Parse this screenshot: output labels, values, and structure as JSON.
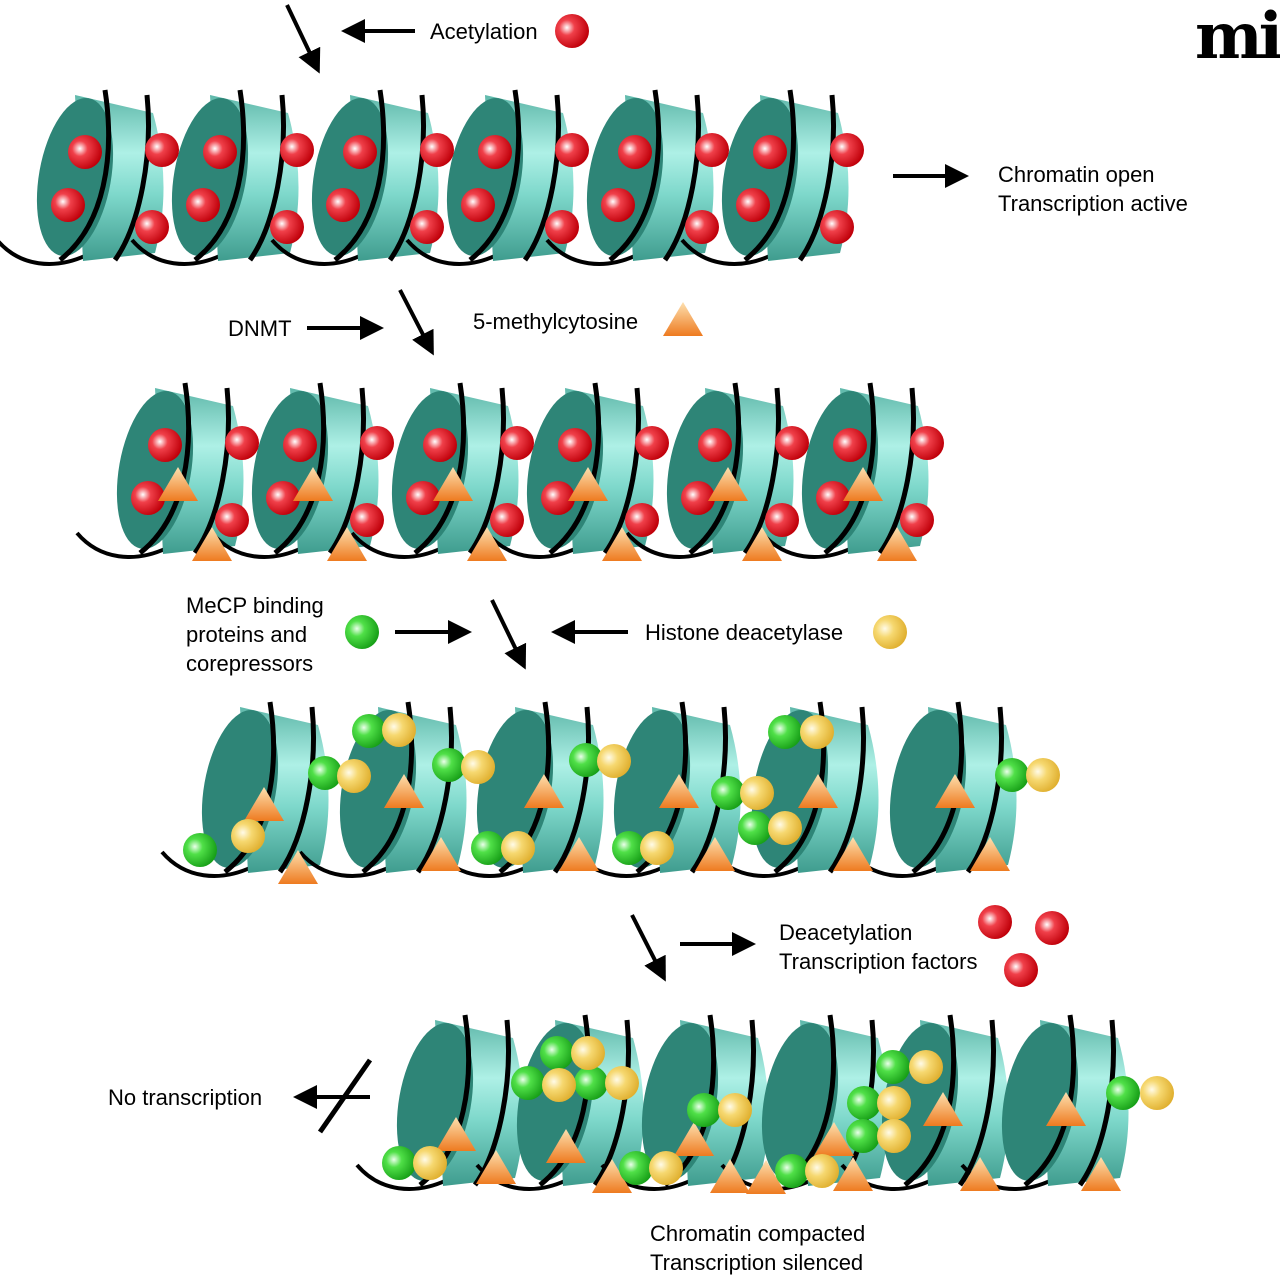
{
  "logo": "mi",
  "labels": {
    "acetylation": "Acetylation",
    "chromatin_open": "Chromatin open",
    "transcription_active": "Transcription active",
    "dnmt": "DNMT",
    "methylcytosine": "5-methylcytosine",
    "mecp_line1": "MeCP binding",
    "mecp_line2": "proteins and",
    "mecp_line3": "corepressors",
    "histone_deacetylase": "Histone deacetylase",
    "deacetylation": "Deacetylation",
    "transcription_factors": "Transcription factors",
    "no_transcription": "No transcription",
    "chromatin_compacted": "Chromatin compacted",
    "transcription_silenced": "Transcription silenced"
  },
  "colors": {
    "histone_light": "#aef0e6",
    "histone_dark": "#2e8577",
    "acetyl_red": "#e0101a",
    "mecp_green": "#2fd22a",
    "hdac_yellow": "#f3cf55",
    "methyl_orange": "#f08a35"
  },
  "icons": [
    "acetyl-group-sphere",
    "mecp-protein-sphere",
    "hdac-sphere",
    "methylcytosine-triangle",
    "nucleosome",
    "dna-strand",
    "arrow"
  ]
}
